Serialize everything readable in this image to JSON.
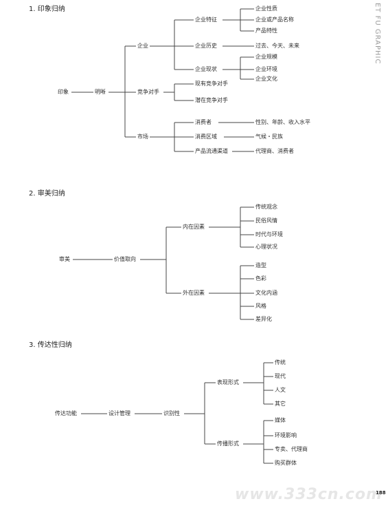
{
  "side_text": "ET FU GRAPHIC",
  "watermark": "www.333cn.com",
  "page_number": "188",
  "sections": [
    {
      "heading": "1. 印象归纳",
      "root": "印象",
      "mid": "明晰",
      "groups": [
        {
          "label": "企业",
          "children": [
            {
              "label": "企业特征",
              "leaves": [
                "企业性质",
                "企业或产品名称",
                "产品特性"
              ]
            },
            {
              "label": "企业历史",
              "leaves": [
                "过去、今天、未来"
              ]
            },
            {
              "label": "企业现状",
              "leaves": [
                "企业规模",
                "企业环境",
                "企业文化"
              ]
            }
          ]
        },
        {
          "label": "竞争对手",
          "children": [
            {
              "label": "现有竞争对手",
              "leaves": []
            },
            {
              "label": "潜在竞争对手",
              "leaves": []
            }
          ]
        },
        {
          "label": "市场",
          "children": [
            {
              "label": "消费者",
              "leaves": [
                "性别、年龄、收入水平"
              ]
            },
            {
              "label": "消费区域",
              "leaves": [
                "气候・民族"
              ]
            },
            {
              "label": "产品流通渠道",
              "leaves": [
                "代理商、消费者"
              ]
            }
          ]
        }
      ]
    },
    {
      "heading": "2. 审美归纳",
      "root": "审美",
      "mid": "价值取向",
      "groups": [
        {
          "label": "内在因素",
          "leaves": [
            "传统观念",
            "民俗风情",
            "时代与环境",
            "心理状况"
          ]
        },
        {
          "label": "外在因素",
          "leaves": [
            "造型",
            "色彩",
            "文化内涵",
            "风格",
            "差异化"
          ]
        }
      ]
    },
    {
      "heading": "3. 传达性归纳",
      "root": "传达功能",
      "mid1": "设计管理",
      "mid2": "识别性",
      "groups": [
        {
          "label": "表现形式",
          "leaves": [
            "传统",
            "现代",
            "人文",
            "其它"
          ]
        },
        {
          "label": "传播形式",
          "leaves": [
            "媒体",
            "环境影响",
            "专卖、代理商",
            "购买群体"
          ]
        }
      ]
    }
  ]
}
